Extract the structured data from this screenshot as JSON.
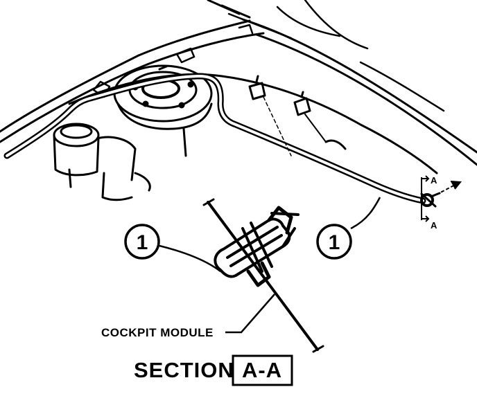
{
  "callouts": [
    {
      "number": "1"
    },
    {
      "number": "1"
    }
  ],
  "section_marker": {
    "top": "A",
    "bottom": "A"
  },
  "labels": {
    "cockpit_module": "COCKPIT MODULE",
    "section_word": "SECTION",
    "section_id": "A-A"
  },
  "colors": {
    "ink": "#000000",
    "paper": "#ffffff"
  }
}
